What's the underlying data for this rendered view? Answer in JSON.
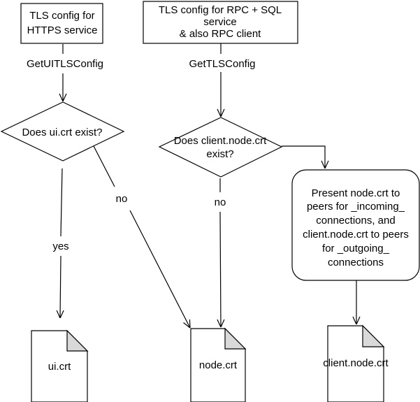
{
  "colors": {
    "stroke": "#000000",
    "fill": "#ffffff",
    "doc_fold": "#d9d9d9"
  },
  "boxes": {
    "https_service": {
      "lines": [
        "TLS config for",
        "HTTPS service"
      ]
    },
    "rpc_sql_service": {
      "lines": [
        "TLS config for RPC + SQL",
        "service",
        "& also RPC client"
      ]
    },
    "present_node_crt": {
      "lines": [
        "Present node.crt to",
        "peers for _incoming_",
        "connections, and",
        "client.node.crt to peers",
        "for _outgoing_",
        "connections"
      ]
    }
  },
  "decisions": {
    "ui_crt_exists": {
      "lines": [
        "Does ui.crt exist?"
      ]
    },
    "client_node_crt_exists": {
      "lines": [
        "Does client.node.crt",
        "exist?"
      ]
    }
  },
  "documents": {
    "ui_crt": {
      "label": "ui.crt"
    },
    "node_crt": {
      "label": "node.crt"
    },
    "client_node_crt": {
      "label": "client.node.crt"
    }
  },
  "edge_labels": {
    "get_ui_tls_config": "GetUITLSConfig",
    "get_tls_config": "GetTLSConfig",
    "yes": "yes",
    "no_left": "no",
    "no_center": "no"
  }
}
